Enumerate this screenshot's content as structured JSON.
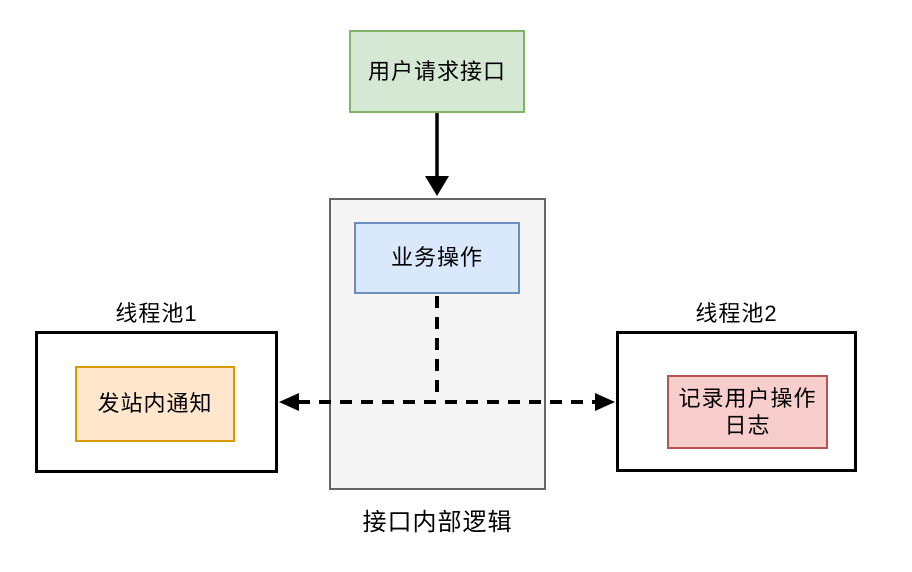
{
  "colors": {
    "background": "#ffffff",
    "text": "#000000",
    "green_fill": "#d5e8d4",
    "green_border": "#82b366",
    "blue_fill": "#dae8fc",
    "blue_border": "#6c8ebf",
    "orange_fill": "#ffe6cc",
    "orange_border": "#d79b00",
    "pink_fill": "#f8cecc",
    "pink_border": "#b85450",
    "container_fill": "#f5f5f5",
    "container_border": "#666666",
    "pool_border": "#000000",
    "connector": "#000000"
  },
  "nodes": {
    "user_request": {
      "label": "用户请求接口"
    },
    "business_operation": {
      "label": "业务操作"
    },
    "send_notification": {
      "label": "发站内通知"
    },
    "log_operation": {
      "label": "记录用户操作日志",
      "lines": [
        "记录用户操作",
        "日志"
      ]
    },
    "pool1": {
      "label": "线程池1"
    },
    "pool2": {
      "label": "线程池2"
    },
    "container": {
      "label": "接口内部逻辑"
    }
  }
}
